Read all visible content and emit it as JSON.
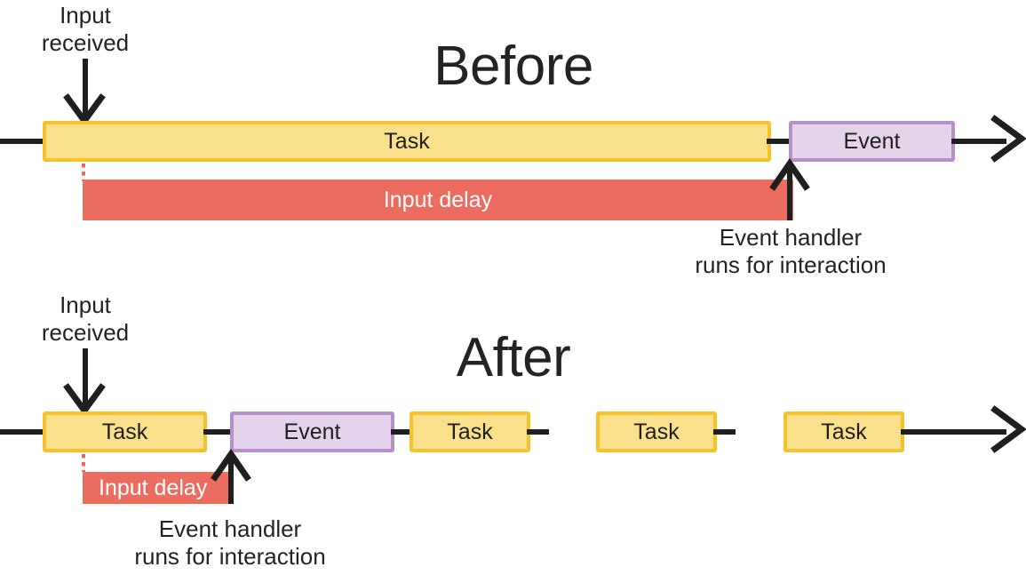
{
  "figure": {
    "kind": "timeline-diagram",
    "background": "#ffffff"
  },
  "colors": {
    "task_fill": "#FAE08B",
    "task_border": "#F5C229",
    "event_fill": "#E5D3EC",
    "event_border": "#B78FC9",
    "input_delay_fill": "#EC6D60",
    "line": "#1f1f1f",
    "dotted_guide": "#F0665C",
    "text": "#232323"
  },
  "sections": {
    "before": {
      "title": "Before",
      "input_label_line1": "Input",
      "input_label_line2": "received",
      "task_label": "Task",
      "event_label": "Event",
      "input_delay_label": "Input delay",
      "handler_label_line1": "Event handler",
      "handler_label_line2": "runs for interaction"
    },
    "after": {
      "title": "After",
      "input_label_line1": "Input",
      "input_label_line2": "received",
      "event_label": "Event",
      "input_delay_label": "Input delay",
      "handler_label_line1": "Event handler",
      "handler_label_line2": "runs for interaction",
      "tasks": [
        {
          "label": "Task"
        },
        {
          "label": "Task"
        },
        {
          "label": "Task"
        },
        {
          "label": "Task"
        }
      ]
    }
  }
}
